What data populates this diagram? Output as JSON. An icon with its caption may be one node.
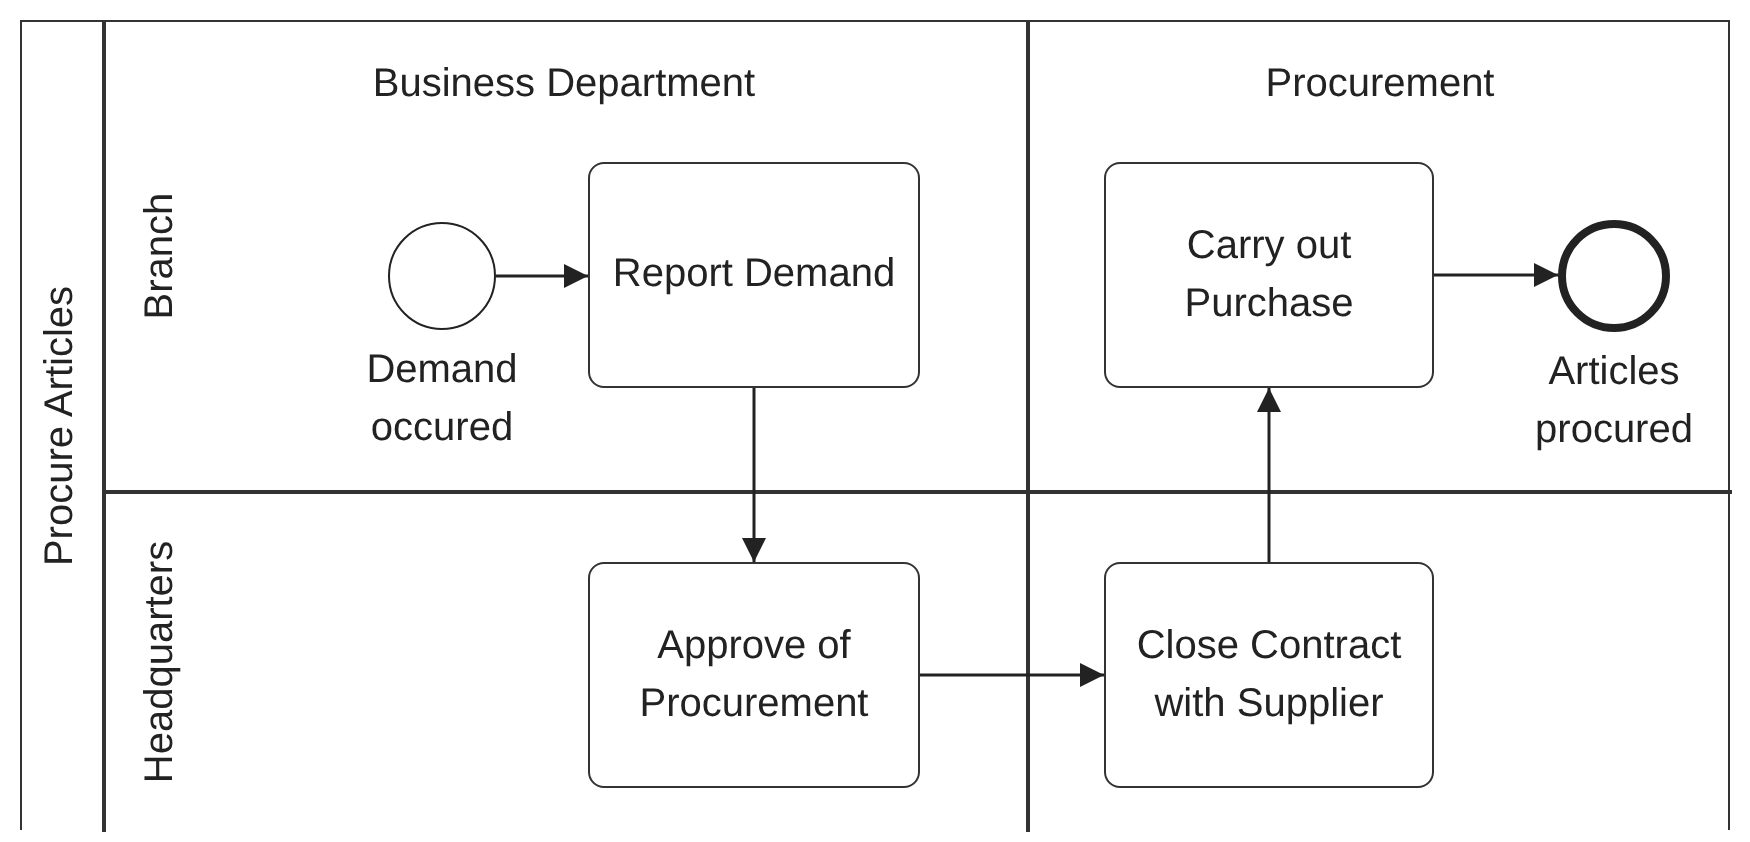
{
  "diagram": {
    "nodes": [
      {
        "text": [
          "Procure Articles"
        ]
      },
      {
        "text": [],
        "shape": "circle",
        "beside": [
          "Demand occured"
        ],
        "in": 0
      },
      {
        "text": [
          "Report Demand"
        ],
        "in": 0
      },
      {
        "text": [
          "Approve of Procurement"
        ],
        "in": 0
      },
      {
        "text": [
          "Close Contract with Supplier"
        ],
        "in": 0
      },
      {
        "text": [
          "Carry out Purchase"
        ],
        "in": 0
      },
      {
        "text": [],
        "shape": "circle",
        "beside": [
          "Articles procured"
        ],
        "in": 0
      }
    ],
    "edges": [
      {
        "from": 1,
        "to": 2,
        "arrow": "to"
      },
      {
        "from": 2,
        "to": 3,
        "arrow": "to"
      },
      {
        "from": 3,
        "to": 4,
        "arrow": "to"
      },
      {
        "from": 4,
        "to": 5,
        "arrow": "to"
      },
      {
        "from": 5,
        "to": 6,
        "arrow": "to"
      }
    ],
    "labels": [
      "Business Department",
      "Procurement",
      "Branch",
      "Headquarters"
    ]
  }
}
